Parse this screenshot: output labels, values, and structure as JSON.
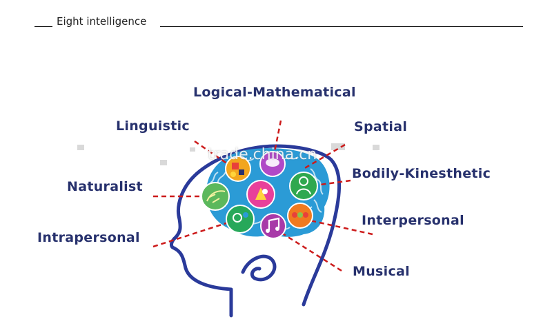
{
  "header": {
    "title": "Eight intelligence"
  },
  "labels": {
    "logical": "Logical-Mathematical",
    "linguistic": "Linguistic",
    "spatial": "Spatial",
    "bodily": "Bodily-Kinesthetic",
    "naturalist": "Naturalist",
    "interpersonal": "Interpersonal",
    "intrapersonal": "Intrapersonal",
    "musical": "Musical"
  },
  "watermark": "trade.china.cn",
  "colors": {
    "label_text": "#27316d",
    "head_outline": "#2a3a9a",
    "brain": "#2b9bd6",
    "connector": "#cc1a1a"
  },
  "icons": {
    "logical": "puzzle-icon",
    "linguistic": "chat-icon",
    "spatial": "shapes-icon",
    "bodily": "person-icon",
    "naturalist": "leaf-icon",
    "interpersonal": "group-icon",
    "intrapersonal": "self-reflection-icon",
    "musical": "music-note-icon"
  }
}
